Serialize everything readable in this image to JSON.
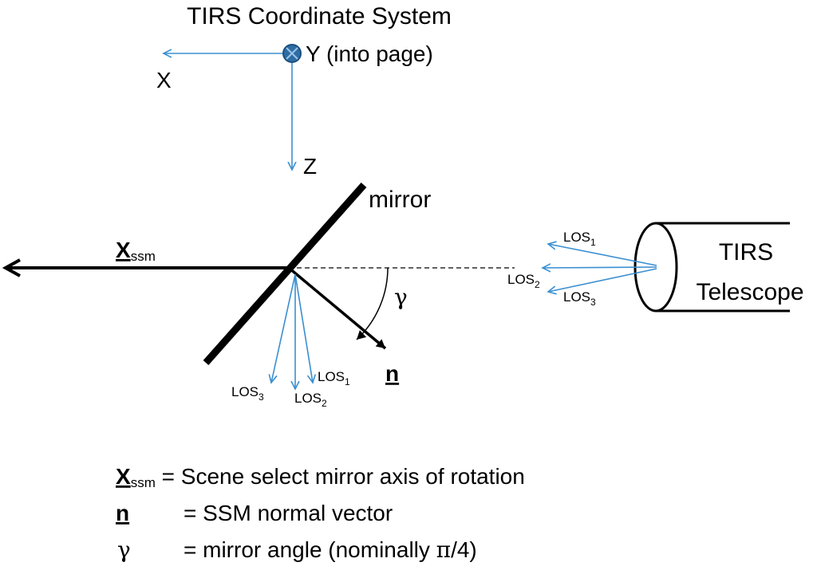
{
  "coordinate_system": {
    "title": "TIRS Coordinate System",
    "x_label": "X",
    "y_label": "Y (into page)",
    "z_label": "Z"
  },
  "mirror": {
    "label": "mirror"
  },
  "ssm_axis": {
    "symbol": "X",
    "subscript": "ssm"
  },
  "normal": {
    "symbol": "n"
  },
  "angle": {
    "symbol": "γ"
  },
  "telescope": {
    "line1": "TIRS",
    "line2": "Telescope",
    "los": [
      {
        "base": "LOS",
        "sub": "1"
      },
      {
        "base": "LOS",
        "sub": "2"
      },
      {
        "base": "LOS",
        "sub": "3"
      }
    ]
  },
  "reflected_los": [
    {
      "base": "LOS",
      "sub": "1"
    },
    {
      "base": "LOS",
      "sub": "2"
    },
    {
      "base": "LOS",
      "sub": "3"
    }
  ],
  "legend": {
    "row1": {
      "symbol": "X",
      "subscript": "ssm",
      "text": " = Scene select mirror axis of rotation"
    },
    "row2": {
      "symbol": "n",
      "text": "= SSM normal vector"
    },
    "row3": {
      "symbol": "γ",
      "text_before": "= mirror angle (nominally ",
      "pi": "π",
      "text_after": "/4)"
    }
  }
}
